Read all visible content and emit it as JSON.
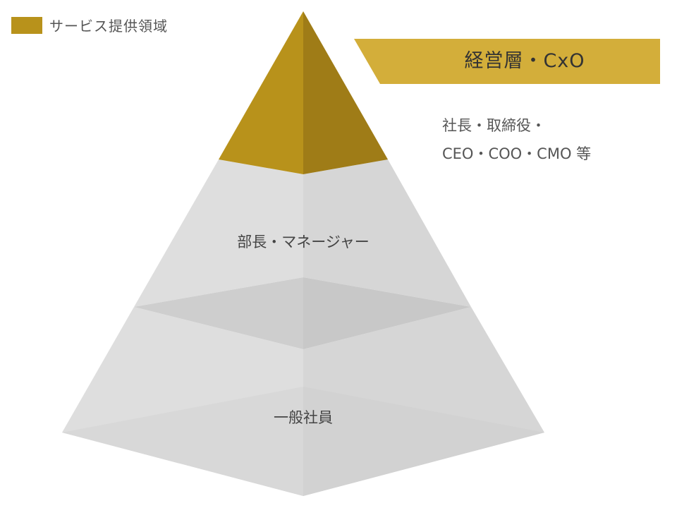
{
  "legend": {
    "label": "サービス提供領域",
    "color": "#b8921b"
  },
  "tiers": [
    {
      "id": "top",
      "label": "経営層・CxO",
      "description_lines": [
        "社長・取締役・",
        "CEO・COO・CMO 等"
      ],
      "colors": {
        "left": "#b8921b",
        "right": "#9f7c17",
        "banner": "#d3ae3a"
      },
      "highlighted": true
    },
    {
      "id": "middle",
      "label": "部長・マネージャー",
      "colors": {
        "left": "#dedede",
        "right": "#d6d6d6",
        "cap_left": "#cecece",
        "cap_right": "#c8c8c8"
      },
      "highlighted": false
    },
    {
      "id": "bottom",
      "label": "一般社員",
      "colors": {
        "left": "#dedede",
        "right": "#d6d6d6",
        "cap_left": "#d8d8d8",
        "cap_right": "#d2d2d2"
      },
      "highlighted": false
    }
  ]
}
